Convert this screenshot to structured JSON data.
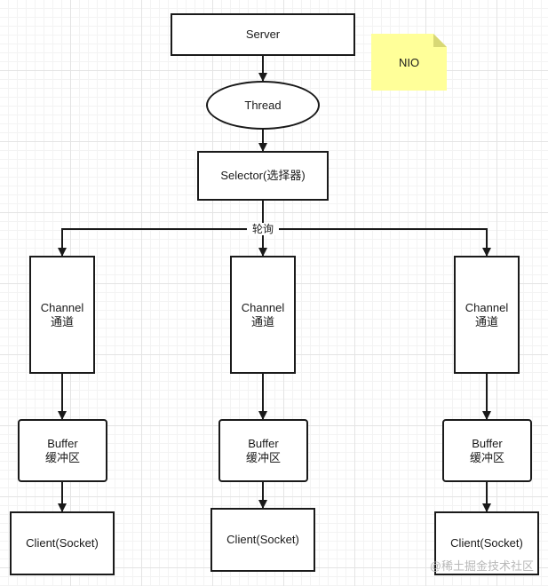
{
  "nodes": {
    "server": "Server",
    "thread": "Thread",
    "selector": "Selector(选择器)",
    "channel": "Channel\n通道",
    "buffer": "Buffer\n缓冲区",
    "client": "Client(Socket)"
  },
  "edge_label": "轮询",
  "note": "NIO",
  "watermark": "@稀土掘金技术社区"
}
